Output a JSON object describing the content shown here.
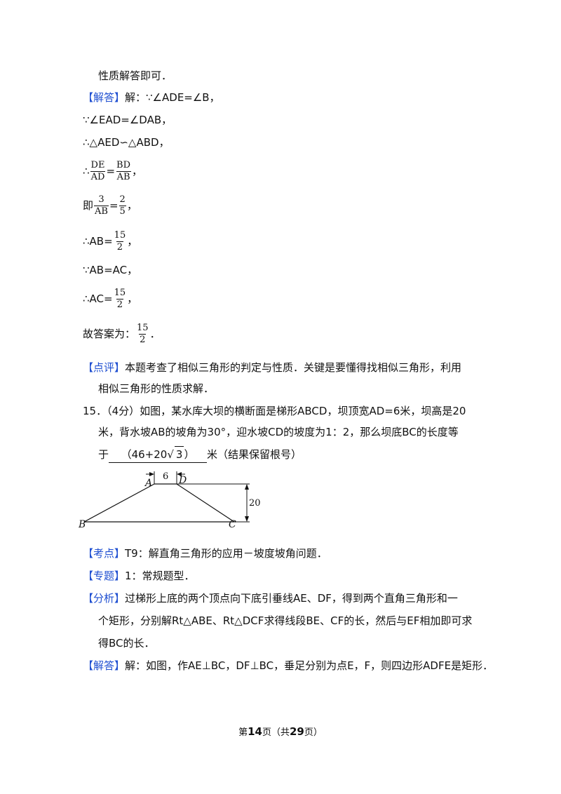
{
  "lines": {
    "l1": "性质解答即可．",
    "l2_tag": "【解答】",
    "l2_text": "解：∵∠ADE=∠B，",
    "l3": "∵∠EAD=∠DAB，",
    "l4": "∴△AED∽△ABD，",
    "l5_pre": "∴",
    "l5_f1_num": "DE",
    "l5_f1_den": "AD",
    "l5_eq": "=",
    "l5_f2_num": "BD",
    "l5_f2_den": "AB",
    "l5_post": "，",
    "l6_pre": "即",
    "l6_f1_num": "3",
    "l6_f1_den": "AB",
    "l6_eq": "=",
    "l6_f2_num": "2",
    "l6_f2_den": "5",
    "l6_post": "，",
    "l7_pre": "∴AB=",
    "l7_num": "15",
    "l7_den": "2",
    "l7_post": "，",
    "l8": "∵AB=AC，",
    "l9_pre": "∴AC=",
    "l9_num": "15",
    "l9_den": "2",
    "l9_post": "，",
    "l10_pre": "故答案为：",
    "l10_num": "15",
    "l10_den": "2",
    "l10_post": "．",
    "comment_tag": "【点评】",
    "comment_1": "本题考查了相似三角形的判定与性质．关键是要懂得找相似三角形，利用",
    "comment_2": "相似三角形的性质求解．"
  },
  "q15": {
    "line1": "15．（4分）如图，某水库大坝的横断面是梯形ABCD，坝顶宽AD=6米，坝高是20",
    "line2": "米，背水坡AB的坡角为30°，迎水坡CD的坡度为1：2，那么坝底BC的长度等",
    "line3_pre": "于",
    "answer_pre": "（46+20",
    "answer_radicand": "3",
    "answer_post": "）",
    "line3_post": "米（结果保留根号）"
  },
  "figure": {
    "label_A": "A",
    "label_D": "D",
    "label_B": "B",
    "label_C": "C",
    "top_width": "6",
    "height": "20"
  },
  "analysis": {
    "kaodian_tag": "【考点】",
    "kaodian_text": "T9：解直角三角形的应用－坡度坡角问题．",
    "zhuanti_tag": "【专题】",
    "zhuanti_text": "1：常规题型．",
    "fenxi_tag": "【分析】",
    "fenxi_1": "过梯形上底的两个顶点向下底引垂线AE、DF，得到两个直角三角形和一",
    "fenxi_2": "个矩形，分别解Rt△ABE、Rt△DCF求得线段BE、CF的长，然后与EF相加即可求",
    "fenxi_3": "得BC的长．",
    "jieda_tag": "【解答】",
    "jieda_text": "解：如图，作AE⊥BC，DF⊥BC，垂足分别为点E，F，则四边形ADFE是矩形．"
  },
  "footer": {
    "pre": "第",
    "page": "14",
    "mid": "页（共",
    "total": "29",
    "post": "页）"
  }
}
